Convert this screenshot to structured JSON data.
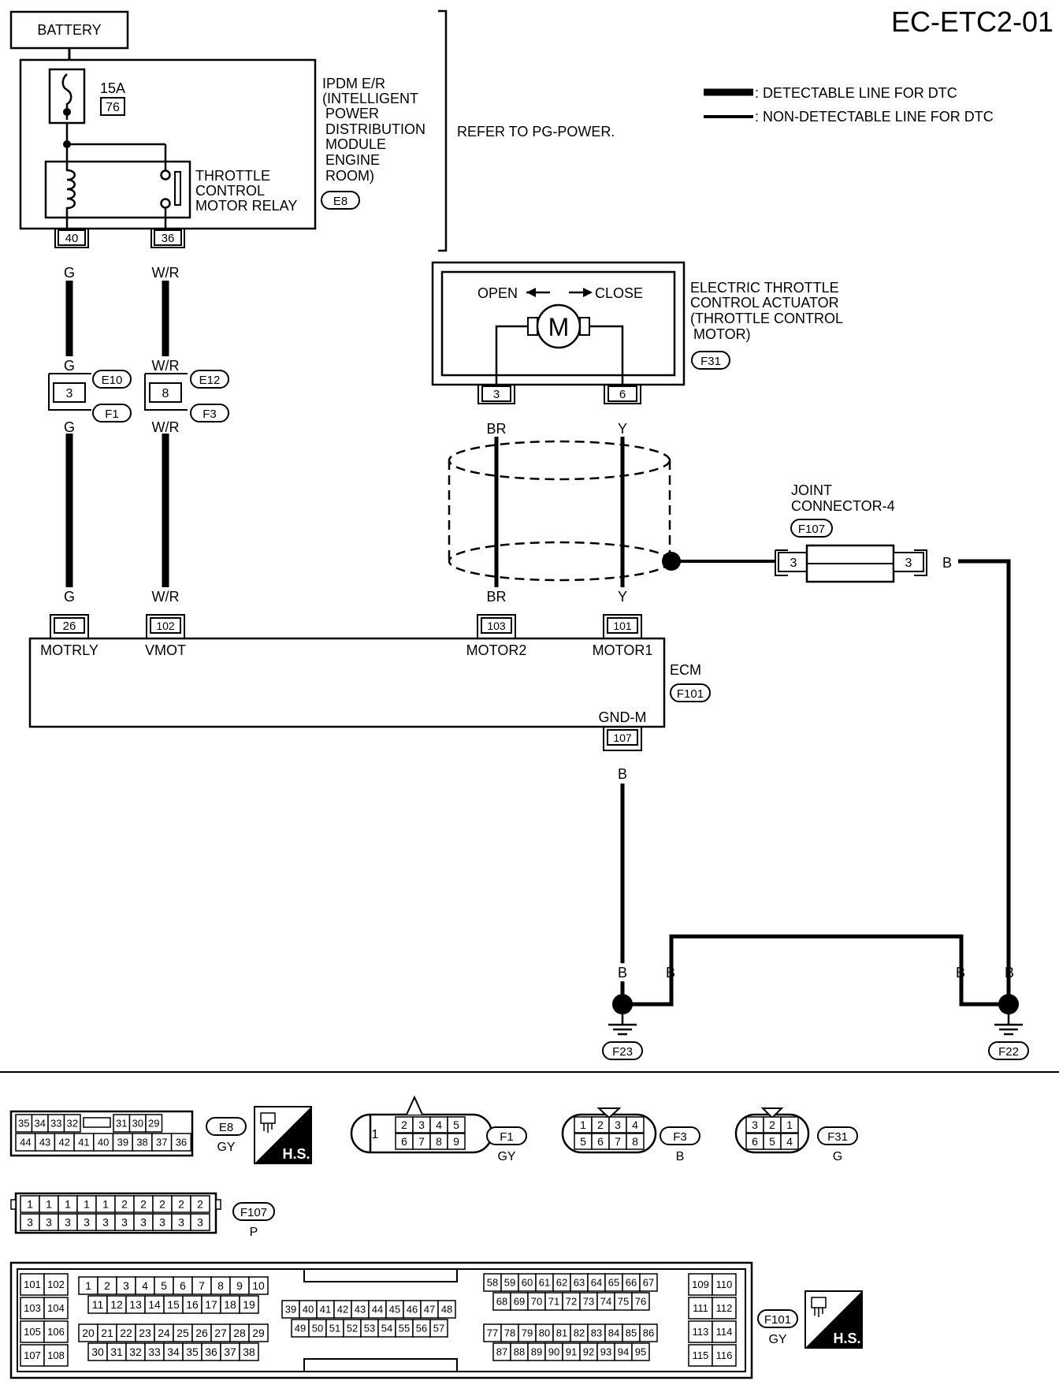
{
  "page_id": "EC-ETC2-01",
  "legend": {
    "detectable": ": DETECTABLE LINE FOR DTC",
    "non_detectable": ": NON-DETECTABLE LINE FOR DTC"
  },
  "battery": "BATTERY",
  "fuse": {
    "rating": "15A",
    "number": "76"
  },
  "ipdm": {
    "lines": [
      "IPDM E/R",
      "(INTELLIGENT",
      "POWER",
      "DISTRIBUTION",
      "MODULE",
      "ENGINE",
      "ROOM)"
    ],
    "connector": "E8",
    "refer": "REFER TO PG-POWER."
  },
  "relay": {
    "lines": [
      "THROTTLE",
      "CONTROL",
      "MOTOR RELAY"
    ]
  },
  "ipdm_terminals": [
    "40",
    "36"
  ],
  "wires": {
    "g": "G",
    "wr": "W/R",
    "br": "BR",
    "y": "Y",
    "b": "B"
  },
  "inline_connectors": {
    "left": {
      "pin": "3",
      "upper": "E10",
      "lower": "F1"
    },
    "right": {
      "pin": "8",
      "upper": "E12",
      "lower": "F3"
    }
  },
  "actuator": {
    "open": "OPEN",
    "close": "CLOSE",
    "motor": "M",
    "lines": [
      "ELECTRIC THROTTLE",
      "CONTROL ACTUATOR",
      "(THROTTLE CONTROL",
      "MOTOR)"
    ],
    "connector": "F31",
    "pins": [
      "3",
      "6"
    ]
  },
  "joint": {
    "lines": [
      "JOINT",
      "CONNECTOR-4"
    ],
    "connector": "F107",
    "pins": [
      "3",
      "3"
    ]
  },
  "ecm": {
    "label": "ECM",
    "connector": "F101",
    "terminals": [
      {
        "pin": "26",
        "name": "MOTRLY"
      },
      {
        "pin": "102",
        "name": "VMOT"
      },
      {
        "pin": "103",
        "name": "MOTOR2"
      },
      {
        "pin": "101",
        "name": "MOTOR1"
      },
      {
        "pin": "107",
        "name": "GND-M"
      }
    ]
  },
  "grounds": [
    "F23",
    "F22"
  ],
  "connector_views": {
    "e8": {
      "id": "E8",
      "color": "GY",
      "top": [
        "35",
        "34",
        "33",
        "32",
        "",
        "31",
        "30",
        "29"
      ],
      "bottom": [
        "44",
        "43",
        "42",
        "41",
        "40",
        "39",
        "38",
        "37",
        "36"
      ]
    },
    "f1": {
      "id": "F1",
      "color": "GY",
      "single": "1",
      "top": [
        "2",
        "3",
        "4",
        "5"
      ],
      "bottom": [
        "6",
        "7",
        "8",
        "9"
      ]
    },
    "f3": {
      "id": "F3",
      "color": "B",
      "top": [
        "1",
        "2",
        "3",
        "4"
      ],
      "bottom": [
        "5",
        "6",
        "7",
        "8"
      ]
    },
    "f31": {
      "id": "F31",
      "color": "G",
      "top": [
        "3",
        "2",
        "1"
      ],
      "bottom": [
        "6",
        "5",
        "4"
      ]
    },
    "f107": {
      "id": "F107",
      "color": "P",
      "top": [
        "1",
        "1",
        "1",
        "1",
        "1",
        "2",
        "2",
        "2",
        "2",
        "2"
      ],
      "bottom": [
        "3",
        "3",
        "3",
        "3",
        "3",
        "3",
        "3",
        "3",
        "3",
        "3"
      ]
    },
    "f101": {
      "id": "F101",
      "color": "GY",
      "g1": [
        [
          "101",
          "102"
        ],
        [
          "103",
          "104"
        ],
        [
          "105",
          "106"
        ],
        [
          "107",
          "108"
        ]
      ],
      "g2a": [
        "1",
        "2",
        "3",
        "4",
        "5",
        "6",
        "7",
        "8",
        "9",
        "10"
      ],
      "g2b": [
        "11",
        "12",
        "13",
        "14",
        "15",
        "16",
        "17",
        "18",
        "19"
      ],
      "g2c": [
        "20",
        "21",
        "22",
        "23",
        "24",
        "25",
        "26",
        "27",
        "28",
        "29"
      ],
      "g2d": [
        "30",
        "31",
        "32",
        "33",
        "34",
        "35",
        "36",
        "37",
        "38"
      ],
      "g3a": [
        "39",
        "40",
        "41",
        "42",
        "43",
        "44",
        "45",
        "46",
        "47",
        "48"
      ],
      "g3b": [
        "49",
        "50",
        "51",
        "52",
        "53",
        "54",
        "55",
        "56",
        "57"
      ],
      "g4a": [
        "58",
        "59",
        "60",
        "61",
        "62",
        "63",
        "64",
        "65",
        "66",
        "67"
      ],
      "g4b": [
        "68",
        "69",
        "70",
        "71",
        "72",
        "73",
        "74",
        "75",
        "76"
      ],
      "g4c": [
        "77",
        "78",
        "79",
        "80",
        "81",
        "82",
        "83",
        "84",
        "85",
        "86"
      ],
      "g4d": [
        "87",
        "88",
        "89",
        "90",
        "91",
        "92",
        "93",
        "94",
        "95"
      ],
      "g5": [
        [
          "109",
          "110"
        ],
        [
          "111",
          "112"
        ],
        [
          "113",
          "114"
        ],
        [
          "115",
          "116"
        ]
      ]
    }
  },
  "hs_label": "H.S."
}
